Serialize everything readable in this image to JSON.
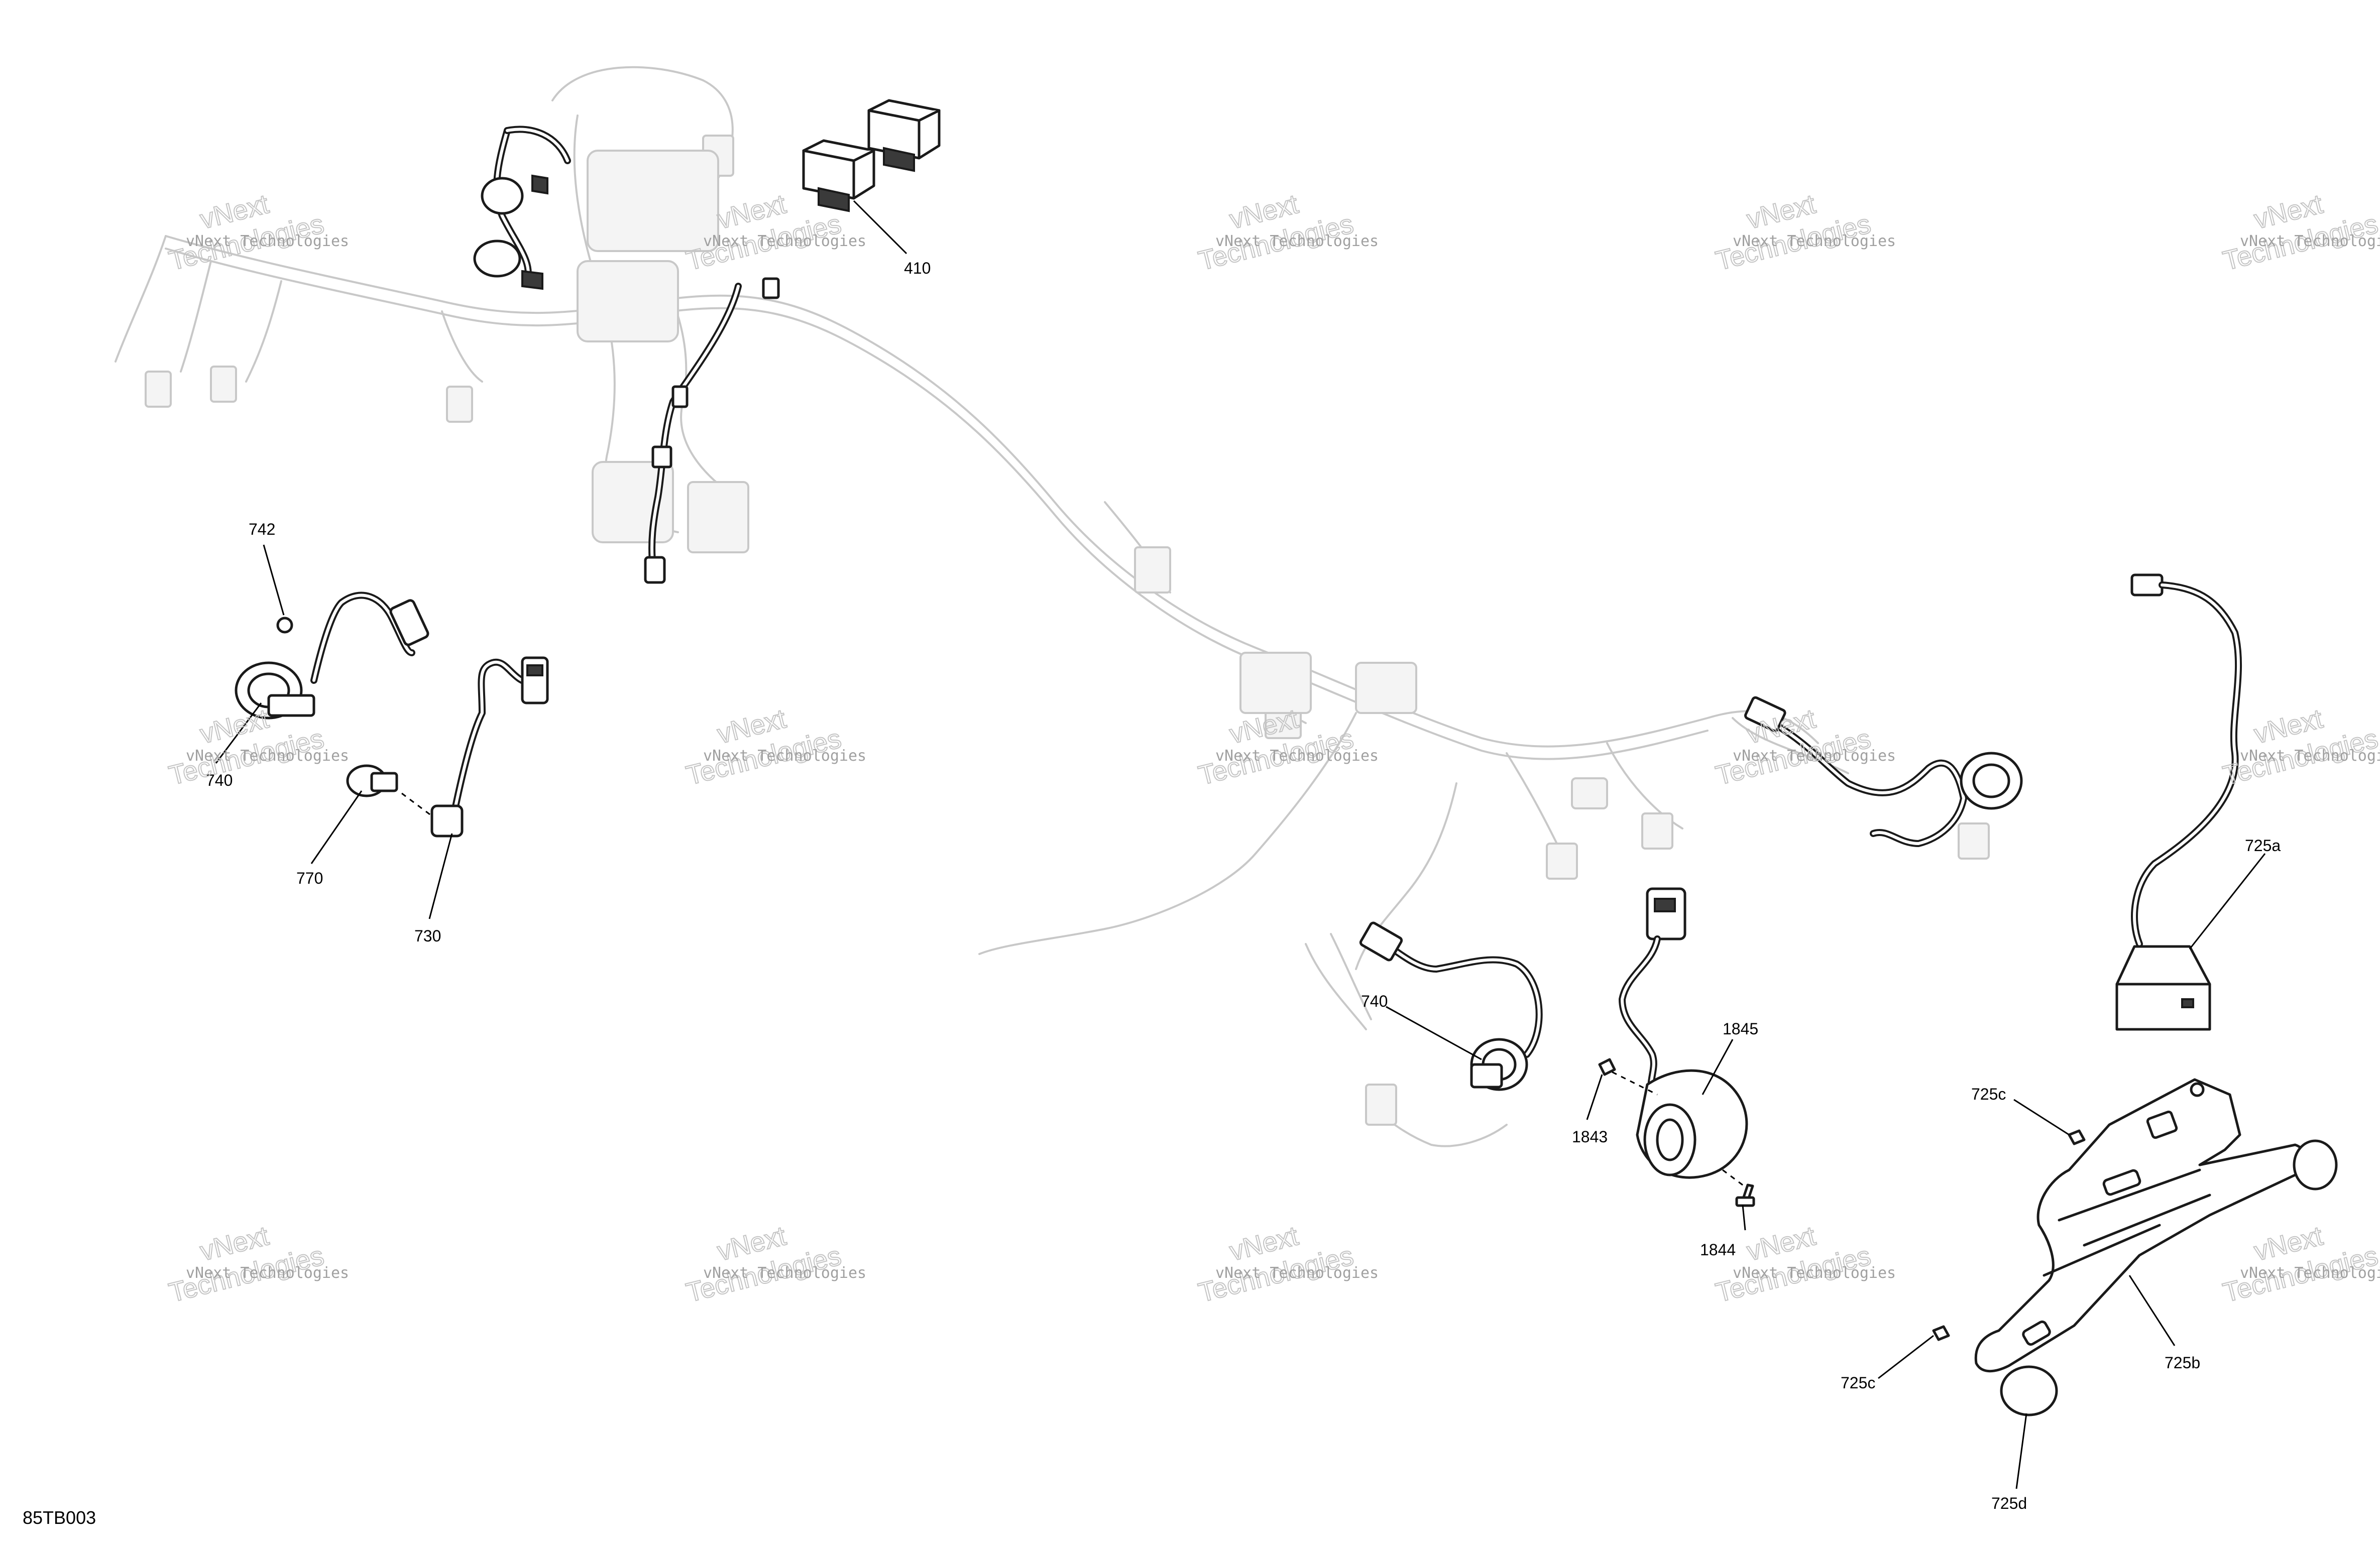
{
  "diagram": {
    "reference_code": "85TB003",
    "callouts": [
      {
        "id": "c410",
        "label": "410"
      },
      {
        "id": "c742",
        "label": "742"
      },
      {
        "id": "c740a",
        "label": "740"
      },
      {
        "id": "c770",
        "label": "770"
      },
      {
        "id": "c730",
        "label": "730"
      },
      {
        "id": "c740b",
        "label": "740"
      },
      {
        "id": "c1845",
        "label": "1845"
      },
      {
        "id": "c1843",
        "label": "1843"
      },
      {
        "id": "c1844",
        "label": "1844"
      },
      {
        "id": "c725a",
        "label": "725a"
      },
      {
        "id": "c725c1",
        "label": "725c"
      },
      {
        "id": "c725b",
        "label": "725b"
      },
      {
        "id": "c725c2",
        "label": "725c"
      },
      {
        "id": "c725d",
        "label": "725d"
      }
    ],
    "watermark": {
      "line1": "vNext Technologies",
      "line2": "Technologies",
      "line3": "vNext"
    }
  }
}
